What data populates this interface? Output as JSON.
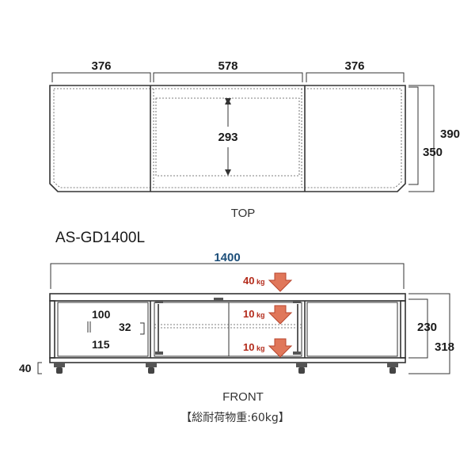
{
  "top_view": {
    "label": "TOP",
    "widths": [
      "376",
      "578",
      "376"
    ],
    "inner_depth": "293",
    "depth_inner": "350",
    "depth_total": "390"
  },
  "model_name": "AS-GD1400L",
  "front_view": {
    "label": "FRONT",
    "total_width": "1400",
    "shelf_dim_top": "100",
    "shelf_dim_mid": "32",
    "shelf_dim_bottom": "115",
    "inner_height": "230",
    "total_height": "318",
    "caster_height": "40",
    "loads": [
      {
        "value": "40",
        "unit": "kg"
      },
      {
        "value": "10",
        "unit": "kg"
      },
      {
        "value": "10",
        "unit": "kg"
      }
    ]
  },
  "total_load_note": "【総耐荷物重:60kg】",
  "colors": {
    "load_text": "#b32a1a",
    "arrow": "#e0775a",
    "width_text": "#1d4f7a"
  }
}
